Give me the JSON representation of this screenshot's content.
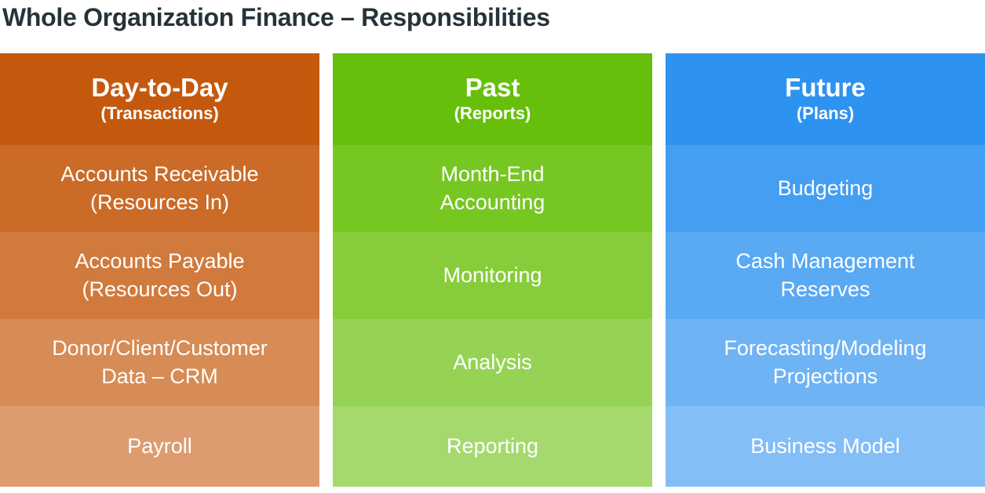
{
  "page": {
    "title": "Whole Organization Finance – Responsibilities",
    "title_color": "#263339",
    "background_color": "#ffffff",
    "text_color": "#ffffff"
  },
  "columns": [
    {
      "id": "day-to-day",
      "header": {
        "title": "Day-to-Day",
        "subtitle": "(Transactions)"
      },
      "colors": {
        "header": "#C4590E",
        "rows": [
          "#CB6B27",
          "#D17A3D",
          "#D78B55",
          "#DD9C70"
        ]
      },
      "rows": [
        "Accounts Receivable\n(Resources In)",
        "Accounts Payable\n(Resources Out)",
        "Donor/Client/Customer\nData – CRM",
        "Payroll"
      ]
    },
    {
      "id": "past",
      "header": {
        "title": "Past",
        "subtitle": "(Reports)"
      },
      "colors": {
        "header": "#66BF0A",
        "rows": [
          "#77C723",
          "#87CD3B",
          "#96D355",
          "#A5D96E"
        ]
      },
      "rows": [
        "Month-End\nAccounting",
        "Monitoring",
        "Analysis",
        "Reporting"
      ]
    },
    {
      "id": "future",
      "header": {
        "title": "Future",
        "subtitle": "(Plans)"
      },
      "colors": {
        "header": "#2E93F0",
        "rows": [
          "#449EF2",
          "#59A9F3",
          "#6EB3F4",
          "#83BEF6"
        ]
      },
      "rows": [
        "Budgeting",
        "Cash Management\nReserves",
        "Forecasting/Modeling\nProjections",
        "Business Model"
      ]
    }
  ]
}
